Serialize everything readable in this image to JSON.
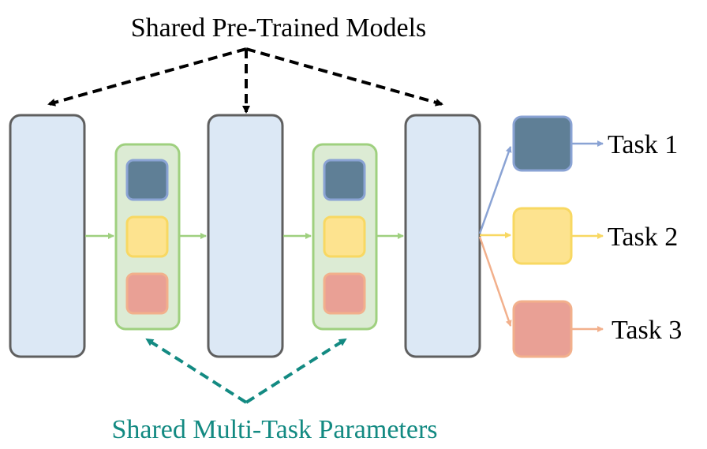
{
  "top_label": "Shared Pre-Trained Models",
  "bottom_label": "Shared Multi-Task Parameters",
  "tasks": [
    {
      "label": "Task 1",
      "color": "#5f7f96",
      "border": "#8aa3d4",
      "arrow": "#8aa3d4"
    },
    {
      "label": "Task 2",
      "color": "#fde38f",
      "border": "#f8d862",
      "arrow": "#f8d862"
    },
    {
      "label": "Task 3",
      "color": "#e9a095",
      "border": "#f2b08c",
      "arrow": "#f2b08c"
    }
  ],
  "colors": {
    "pretrained_fill": "#dce8f5",
    "pretrained_border": "#5f5f5f",
    "adapter_fill": "#dcebd4",
    "adapter_border": "#9fd07f",
    "flow_arrow": "#9fd07f",
    "top_arrow": "#000000",
    "bottom_arrow": "#138a82",
    "bottom_label": "#138a82"
  }
}
